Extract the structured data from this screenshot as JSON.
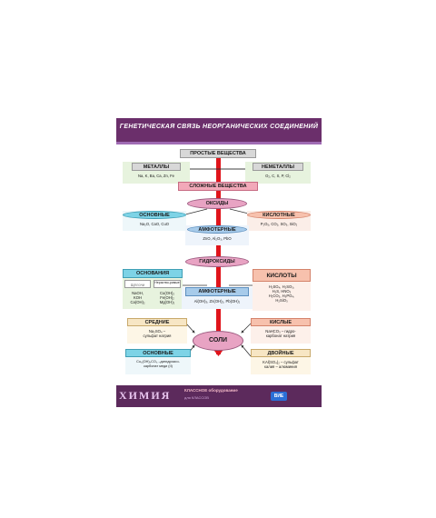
{
  "title": "Генетическая связь неорганических соединений",
  "simple": "ПРОСТЫЕ ВЕЩЕСТВА",
  "metals": {
    "label": "МЕТАЛЛЫ",
    "examples": "Na, K, Ba, Ca, Zn, Fe"
  },
  "nonmetals": {
    "label": "НЕМЕТАЛЛЫ",
    "examples": "O₂, C, S, P, Cl₂"
  },
  "complex": "СЛОЖНЫЕ ВЕЩЕСТВА",
  "oxides": "ОКСИДЫ",
  "basic_oxides": {
    "label": "ОСНОВНЫЕ",
    "examples": "Na₂O, CaO, CuO"
  },
  "acidic_oxides": {
    "label": "КИСЛОТНЫЕ",
    "examples": "P₂O₅, CO₂, SO₃, SiO₂"
  },
  "amph_oxides": {
    "label": "АМФОТЕРНЫЕ",
    "examples": "ZnO, Al₂O₃, PbO"
  },
  "hydroxides": "ГИДРОКСИДЫ",
  "bases": {
    "label": "ОСНОВАНИЯ",
    "soluble": "Щёлочи",
    "insoluble": "Нераство-римые",
    "soluble_list": "NaOH,\nKOH\nCa(OH)₂",
    "insoluble_list": "Cu(OH)₂\nFe(OH)₂\nMg(OH)₂"
  },
  "acids": {
    "label": "КИСЛОТЫ",
    "examples": "H₂SO₄, H₂SO₃,\nH₂S, HNO₃\nH₂CO₃, H₃PO₄,\nH₂SiO₃"
  },
  "amph_hydroxides": {
    "label": "АМФОТЕРНЫЕ",
    "examples": "Al(OH)₃, Zn(OH)₂, Pb(OH)₂"
  },
  "salts": "СОЛИ",
  "middle": {
    "label": "СРЕДНИЕ",
    "examples": "Na₂SO₄ –\nсульфат натрия"
  },
  "acidic_salts": {
    "label": "КИСЛЫЕ",
    "examples": "NaHCO₃ – гидро-\nкарбонат натрия"
  },
  "basic_salts": {
    "label": "ОСНОВНЫЕ",
    "examples": "Cu₂(OH)₂CO₃ –дигидроксо-\nкарбонат меди (II)"
  },
  "double": {
    "label": "ДВОЙНЫЕ",
    "examples": "KAl(SO₄)₂ – сульфат\nкалия – алюминия"
  },
  "footer": {
    "brand": "ХИМИЯ",
    "sub1": "КЛАССНОЕ оборудование",
    "sub2": "для КЛАССОВ",
    "logo": "ВИЕ"
  },
  "colors": {
    "header": "#6b2f6b",
    "arrow": "#e0141b",
    "pink": "#f2a9b9",
    "cyan": "#7dd3e6"
  }
}
